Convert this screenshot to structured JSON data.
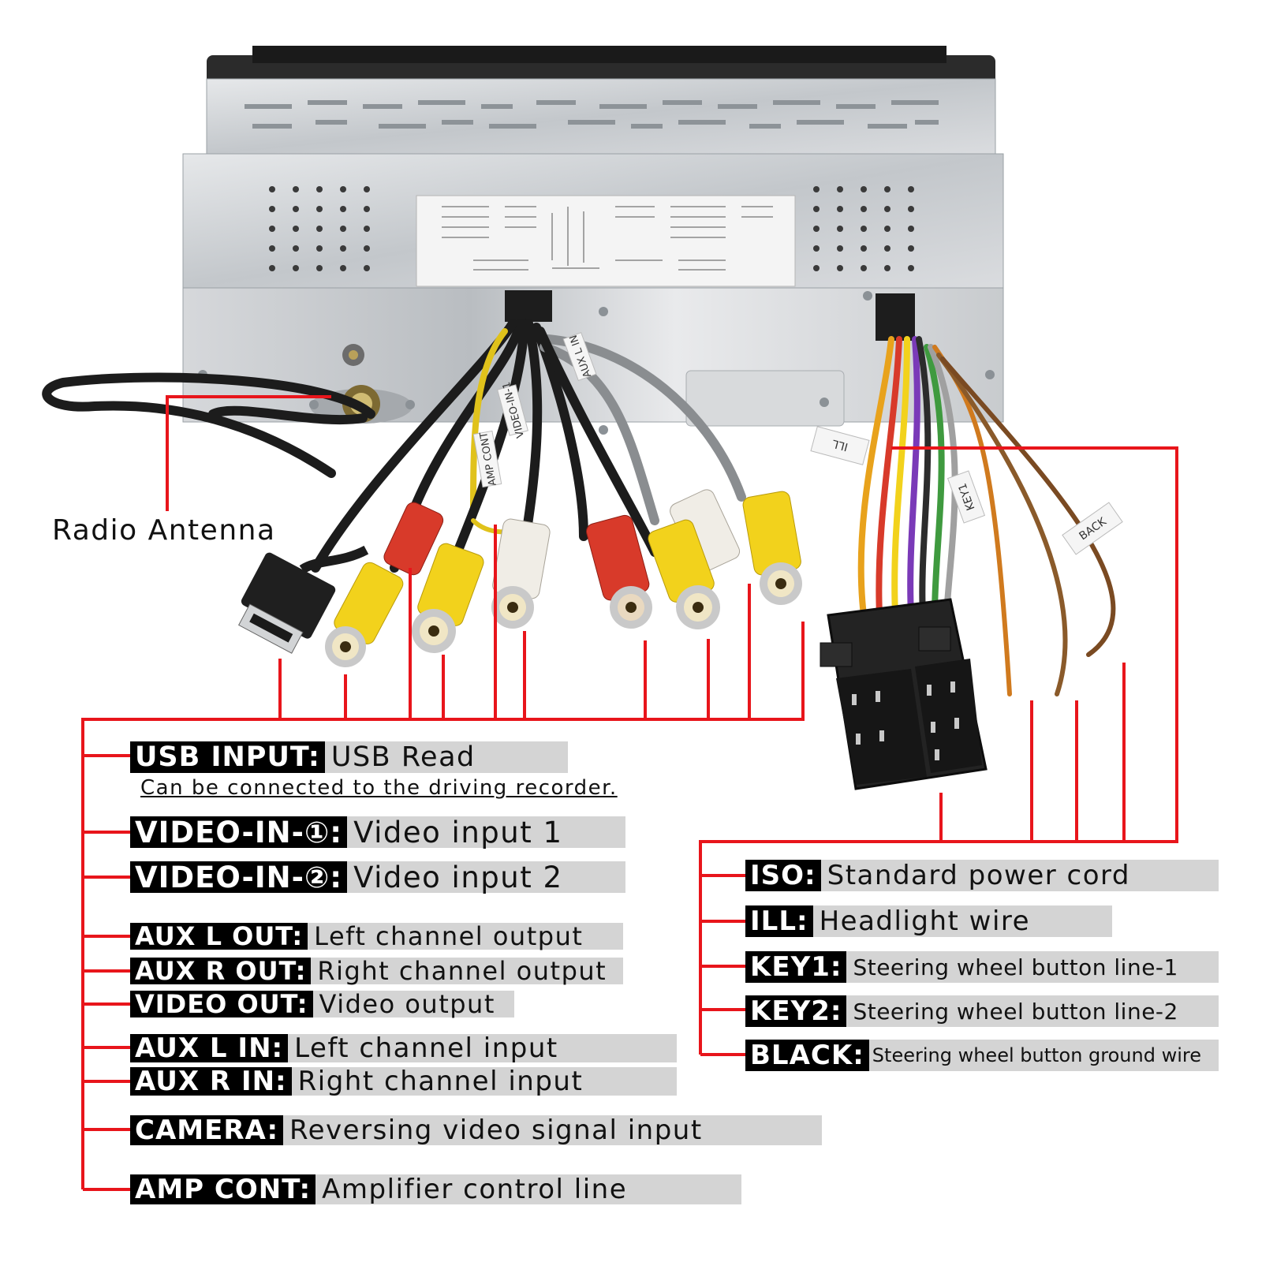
{
  "antenna_label": "Radio Antenna",
  "left_labels": [
    {
      "tag": "USB INPUT:",
      "desc": "USB Read"
    },
    {
      "tag": "VIDEO-IN-①:",
      "desc": "Video input 1"
    },
    {
      "tag": "VIDEO-IN-②:",
      "desc": "Video input 2"
    },
    {
      "tag": "AUX L OUT:",
      "desc": "Left channel output"
    },
    {
      "tag": "AUX R OUT:",
      "desc": "Right channel output"
    },
    {
      "tag": "VIDEO OUT:",
      "desc": "Video output"
    },
    {
      "tag": "AUX L IN:",
      "desc": "Left channel input"
    },
    {
      "tag": "AUX R IN:",
      "desc": "Right channel input"
    },
    {
      "tag": "CAMERA:",
      "desc": "Reversing video signal input"
    },
    {
      "tag": "AMP CONT:",
      "desc": "Amplifier control line"
    }
  ],
  "usb_note": "Can be connected to the driving recorder.",
  "right_labels": [
    {
      "tag": "ISO:",
      "desc": "Standard power cord"
    },
    {
      "tag": "ILL:",
      "desc": "Headlight wire"
    },
    {
      "tag": "KEY1:",
      "desc": "Steering wheel button line-1"
    },
    {
      "tag": "KEY2:",
      "desc": "Steering wheel button line-2"
    },
    {
      "tag": "BLACK:",
      "desc": "Steering wheel button ground wire"
    }
  ],
  "cable_tags": {
    "aux_l_in": "AUX L IN",
    "ill": "ILL",
    "back": "BACK",
    "key1": "KEY1",
    "amp_cont": "AMP CONT",
    "video_in_1": "VIDEO-IN-1"
  },
  "colors": {
    "leader": "#e8151b",
    "tag_bg": "#000000",
    "desc_bg": "#d4d4d4",
    "rca_yellow": "#f2d21c",
    "rca_red": "#d83a2a",
    "rca_white": "#f0ede6"
  }
}
